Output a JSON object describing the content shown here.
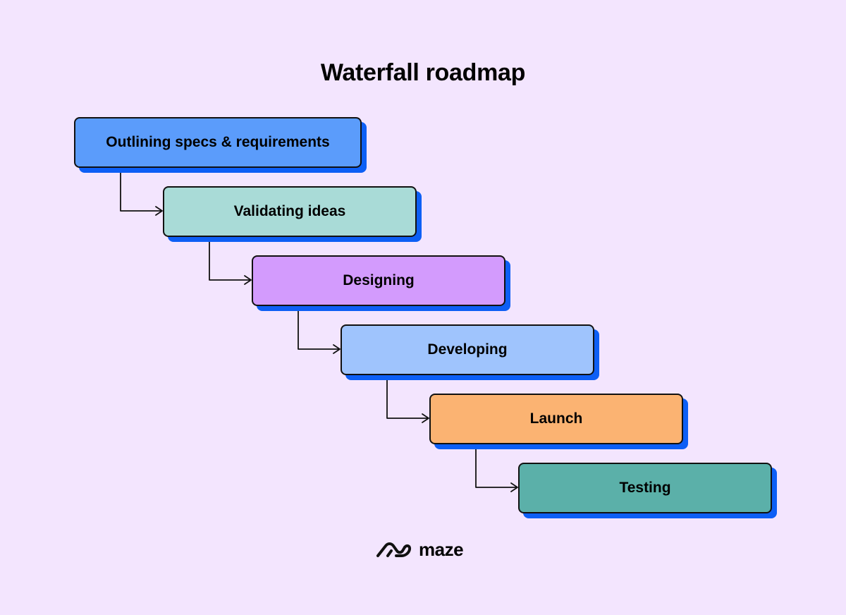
{
  "title": "Waterfall roadmap",
  "steps": [
    {
      "label": "Outlining specs & requirements",
      "color": "#5b9cfb"
    },
    {
      "label": "Validating ideas",
      "color": "#a9dbd7"
    },
    {
      "label": "Designing",
      "color": "#d39bfd"
    },
    {
      "label": "Developing",
      "color": "#9fc4fd"
    },
    {
      "label": "Launch",
      "color": "#fbb372"
    },
    {
      "label": "Testing",
      "color": "#5bb0a9"
    }
  ],
  "colors": {
    "background": "#f3e5fe",
    "shadow": "#0d5ff5",
    "border": "#111111"
  },
  "logo": {
    "icon": "maze-logo-icon",
    "text": "maze"
  }
}
